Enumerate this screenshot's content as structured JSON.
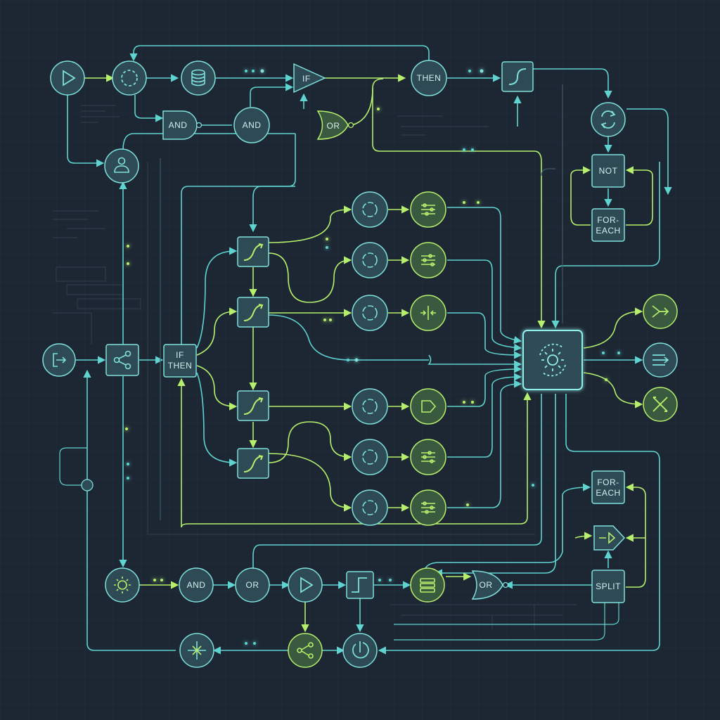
{
  "colors": {
    "background": "#1c2733",
    "grid": "#22303d",
    "cyan": "#5fd3cf",
    "lime": "#b6ef6c",
    "node_fill_cyan": "#2d4a55",
    "node_fill_lime": "#3a5a3f",
    "node_stroke_cyan": "#7fe0dc",
    "node_stroke_lime": "#b6ef6c",
    "hub_fill": "#2e4c57"
  },
  "labels": {
    "if_top": "IF",
    "then_top": "THEN",
    "and_gate": "AND",
    "and_circle": "AND",
    "or_gate_top": "OR",
    "not_box": "NOT",
    "foreach_top_1": "FOR-",
    "foreach_top_2": "EACH",
    "ifthen_1": "IF",
    "ifthen_2": "THEN",
    "and_bottom": "AND",
    "or_bottom": "OR",
    "or_gate_bottom": "OR",
    "foreach_bottom_1": "FOR-",
    "foreach_bottom_2": "EACH",
    "split": "SPLIT"
  },
  "icons": {
    "start": "play-icon",
    "loop": "dashed-circle-icon",
    "database": "database-icon",
    "user_gate": "user-icon",
    "sync": "refresh-icon",
    "entry": "login-arrow-icon",
    "distribute": "share-icon",
    "hub": "gear-icon",
    "out_merge": "merge-arrows-icon",
    "out_list": "list-arrow-icon",
    "out_tools": "tools-icon",
    "settings_bottom": "gear-badge-icon",
    "play_bottom": "play-icon",
    "step": "step-function-icon",
    "stack": "stack-icon",
    "branch": "branch-icon",
    "undo": "undo-icon",
    "compass": "compass-icon"
  }
}
